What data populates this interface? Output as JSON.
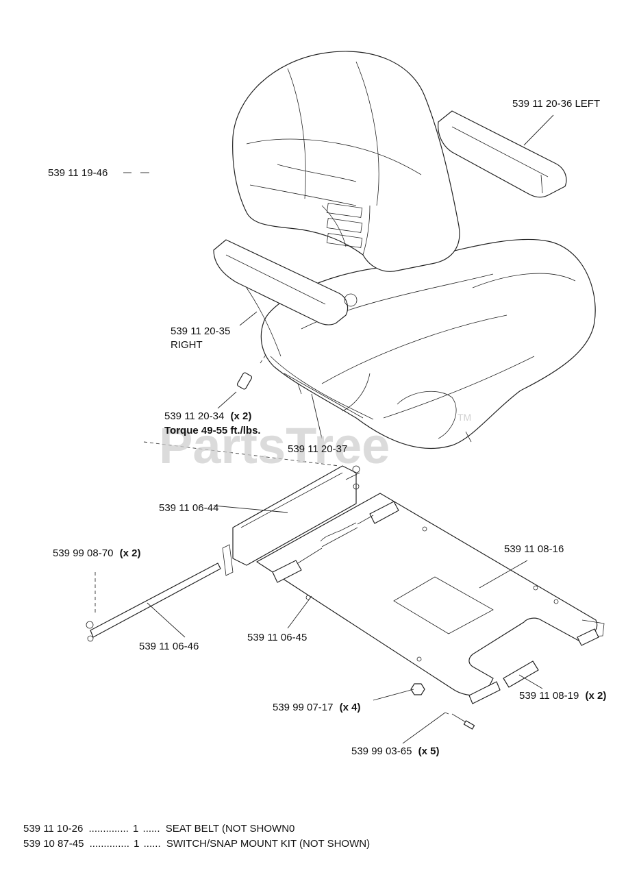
{
  "watermark": {
    "text": "PartsTree",
    "trademark": "TM"
  },
  "callouts": [
    {
      "id": "backrest",
      "part": "539 11 19-46",
      "qty": "",
      "line2": ""
    },
    {
      "id": "armrest-left",
      "part": "539 11 20-36 LEFT",
      "qty": "",
      "line2": ""
    },
    {
      "id": "armrest-right",
      "part": "539 11 20-35",
      "qty": "",
      "line2": "RIGHT"
    },
    {
      "id": "seat-bolt",
      "part": "539 11 20-34",
      "qty": "(x 2)",
      "line2": "Torque 49-55 ft./lbs."
    },
    {
      "id": "seat-pan",
      "part": "539 11 20-37",
      "qty": "",
      "line2": ""
    },
    {
      "id": "slide-bracket",
      "part": "539 11 06-44",
      "qty": "",
      "line2": ""
    },
    {
      "id": "clip",
      "part": "539 99 08-70",
      "qty": "(x 2)",
      "line2": ""
    },
    {
      "id": "seat-plate",
      "part": "539 11 08-16",
      "qty": "",
      "line2": ""
    },
    {
      "id": "pivot-rod",
      "part": "539 11 06-46",
      "qty": "",
      "line2": ""
    },
    {
      "id": "spring",
      "part": "539 11 06-45",
      "qty": "",
      "line2": ""
    },
    {
      "id": "bushing",
      "part": "539 11 08-19",
      "qty": "(x 2)",
      "line2": ""
    },
    {
      "id": "nut",
      "part": "539 99 07-17",
      "qty": "(x 4)",
      "line2": ""
    },
    {
      "id": "pin",
      "part": "539 99 03-65",
      "qty": "(x 5)",
      "line2": ""
    }
  ],
  "notes": [
    {
      "part": "539 11 10-26",
      "dots1": "..............",
      "qty": "1",
      "dots2": "......",
      "desc": "SEAT BELT (NOT SHOWN0"
    },
    {
      "part": "539 10 87-45",
      "dots1": "..............",
      "qty": "1",
      "dots2": "......",
      "desc": "SWITCH/SNAP MOUNT KIT (NOT SHOWN)"
    }
  ]
}
